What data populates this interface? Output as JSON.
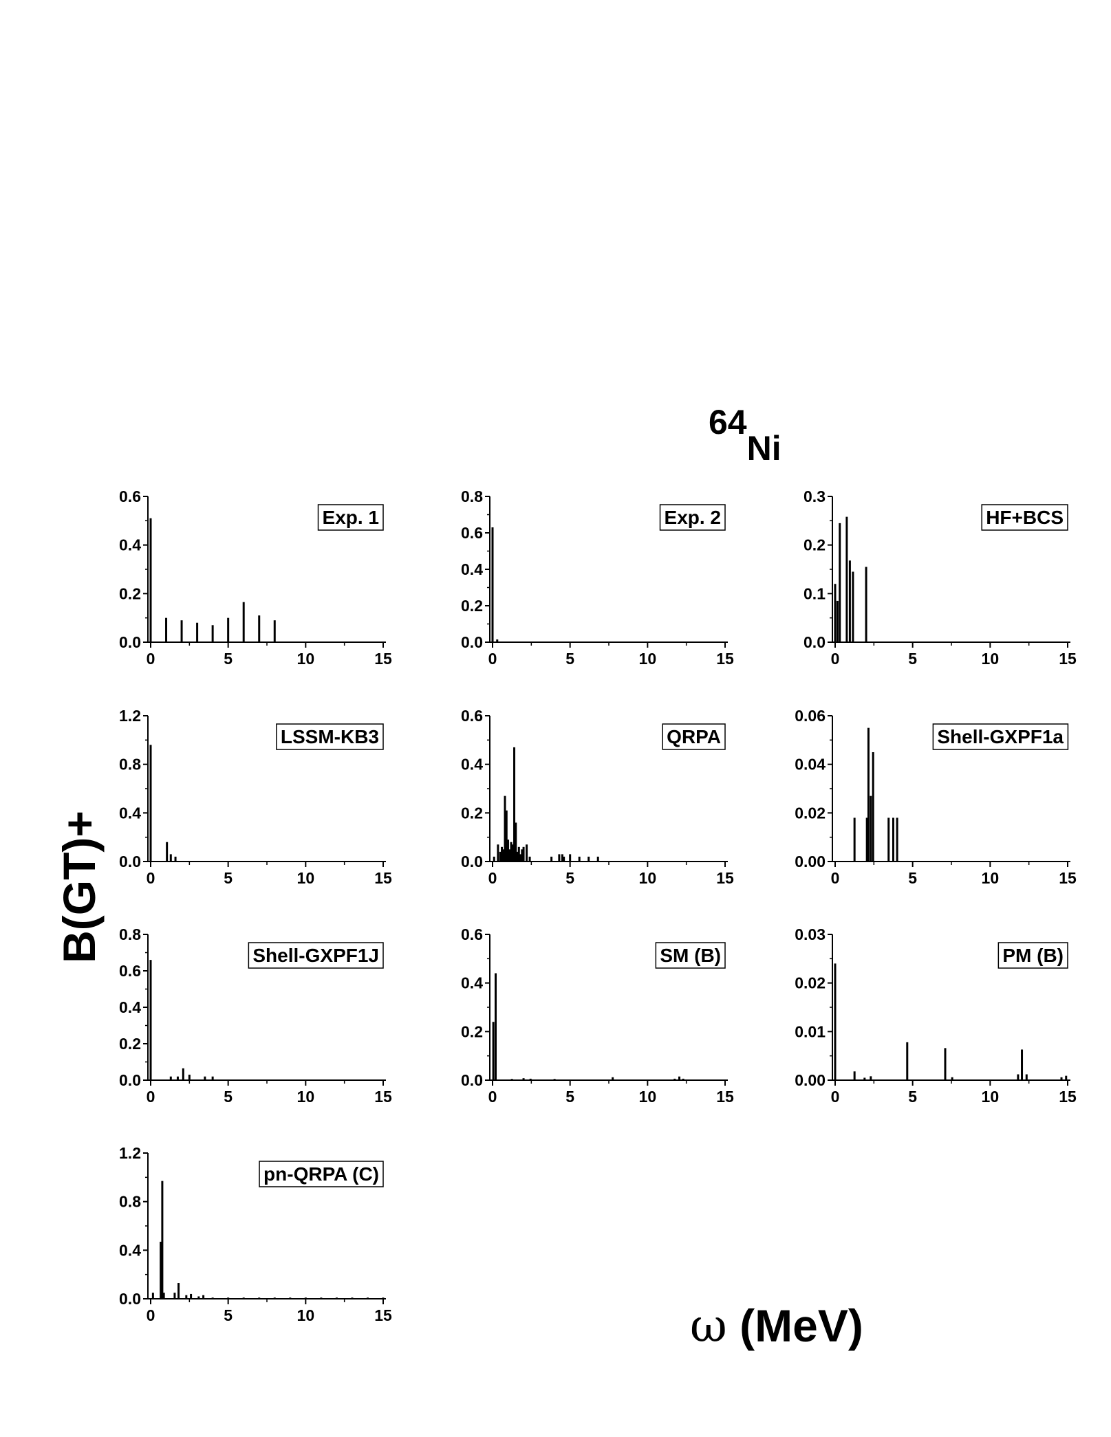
{
  "figure": {
    "title_mass": "64",
    "title_element": "Ni",
    "ylabel": "B(GT)+",
    "xlabel_symbol": "ω",
    "xlabel_unit": "(MeV)"
  },
  "chart_data": [
    {
      "type": "bar",
      "title": "Exp. 1",
      "xlim": [
        0,
        15
      ],
      "ylim": [
        0,
        0.6
      ],
      "yticks": [
        "0.0",
        "0.2",
        "0.4",
        "0.6"
      ],
      "xticks": [
        "0",
        "5",
        "10",
        "15"
      ],
      "x": [
        0,
        1,
        2,
        3,
        4,
        5,
        6,
        7,
        8
      ],
      "values": [
        0.51,
        0.1,
        0.09,
        0.08,
        0.07,
        0.1,
        0.165,
        0.11,
        0.09
      ]
    },
    {
      "type": "bar",
      "title": "Exp. 2",
      "xlim": [
        0,
        15
      ],
      "ylim": [
        0,
        0.8
      ],
      "yticks": [
        "0.0",
        "0.2",
        "0.4",
        "0.6",
        "0.8"
      ],
      "xticks": [
        "0",
        "5",
        "10",
        "15"
      ],
      "x": [
        0,
        0.3
      ],
      "values": [
        0.63,
        0.015
      ]
    },
    {
      "type": "bar",
      "title": "HF+BCS",
      "xlim": [
        0,
        15
      ],
      "ylim": [
        0,
        0.3
      ],
      "yticks": [
        "0.0",
        "0.1",
        "0.2",
        "0.3"
      ],
      "xticks": [
        "0",
        "5",
        "10",
        "15"
      ],
      "x": [
        0,
        0.15,
        0.3,
        0.75,
        0.95,
        1.15,
        2.0
      ],
      "values": [
        0.12,
        0.085,
        0.245,
        0.258,
        0.168,
        0.145,
        0.155
      ]
    },
    {
      "type": "bar",
      "title": "LSSM-KB3",
      "xlim": [
        0,
        15
      ],
      "ylim": [
        0,
        1.2
      ],
      "yticks": [
        "0.0",
        "0.4",
        "0.8",
        "1.2"
      ],
      "xticks": [
        "0",
        "5",
        "10",
        "15"
      ],
      "x": [
        0,
        1.05,
        1.3,
        1.6
      ],
      "values": [
        0.96,
        0.16,
        0.06,
        0.04
      ]
    },
    {
      "type": "bar",
      "title": "QRPA",
      "xlim": [
        0,
        15
      ],
      "ylim": [
        0,
        0.6
      ],
      "yticks": [
        "0.0",
        "0.2",
        "0.4",
        "0.6"
      ],
      "xticks": [
        "0",
        "5",
        "10",
        "15"
      ],
      "x": [
        0.1,
        0.35,
        0.5,
        0.6,
        0.7,
        0.8,
        0.9,
        1.0,
        1.1,
        1.2,
        1.3,
        1.4,
        1.5,
        1.6,
        1.7,
        1.8,
        1.9,
        2.0,
        2.2,
        2.4,
        3.8,
        4.3,
        4.5,
        4.6,
        5.0,
        5.6,
        6.2,
        6.8
      ],
      "values": [
        0.02,
        0.07,
        0.04,
        0.06,
        0.05,
        0.27,
        0.21,
        0.09,
        0.05,
        0.08,
        0.07,
        0.47,
        0.16,
        0.04,
        0.06,
        0.03,
        0.05,
        0.06,
        0.07,
        0.02,
        0.02,
        0.03,
        0.03,
        0.02,
        0.03,
        0.02,
        0.02,
        0.02
      ]
    },
    {
      "type": "bar",
      "title": "Shell-GXPF1a",
      "xlim": [
        0,
        15
      ],
      "ylim": [
        0,
        0.06
      ],
      "yticks": [
        "0.00",
        "0.02",
        "0.04",
        "0.06"
      ],
      "xticks": [
        "0",
        "5",
        "10",
        "15"
      ],
      "x": [
        1.25,
        2.05,
        2.15,
        2.3,
        2.45,
        3.45,
        3.75,
        4.0
      ],
      "values": [
        0.018,
        0.018,
        0.055,
        0.027,
        0.045,
        0.018,
        0.018,
        0.018
      ]
    },
    {
      "type": "bar",
      "title": "Shell-GXPF1J",
      "xlim": [
        0,
        15
      ],
      "ylim": [
        0,
        0.8
      ],
      "yticks": [
        "0.0",
        "0.2",
        "0.4",
        "0.6",
        "0.8"
      ],
      "xticks": [
        "0",
        "5",
        "10",
        "15"
      ],
      "x": [
        0,
        1.3,
        1.75,
        2.1,
        2.5,
        3.5,
        4.0
      ],
      "values": [
        0.66,
        0.02,
        0.02,
        0.065,
        0.03,
        0.02,
        0.02
      ]
    },
    {
      "type": "bar",
      "title": "SM (B)",
      "xlim": [
        0,
        15
      ],
      "ylim": [
        0,
        0.6
      ],
      "yticks": [
        "0.0",
        "0.2",
        "0.4",
        "0.6"
      ],
      "xticks": [
        "0",
        "5",
        "10",
        "15"
      ],
      "x": [
        0.05,
        0.2,
        1.25,
        2.0,
        2.45,
        4.0,
        7.75,
        11.75,
        12.05,
        12.3
      ],
      "values": [
        0.24,
        0.44,
        0.005,
        0.008,
        0.006,
        0.005,
        0.012,
        0.006,
        0.015,
        0.006
      ]
    },
    {
      "type": "bar",
      "title": "PM (B)",
      "xlim": [
        0,
        15
      ],
      "ylim": [
        0,
        0.03
      ],
      "yticks": [
        "0.00",
        "0.01",
        "0.02",
        "0.03"
      ],
      "xticks": [
        "0",
        "5",
        "10",
        "15"
      ],
      "x": [
        0,
        1.25,
        1.9,
        2.3,
        4.65,
        7.1,
        7.55,
        11.8,
        12.05,
        12.35,
        14.6,
        14.9
      ],
      "values": [
        0.024,
        0.0018,
        0.0005,
        0.0008,
        0.0078,
        0.0066,
        0.0006,
        0.0012,
        0.0063,
        0.0012,
        0.0006,
        0.0009
      ]
    },
    {
      "type": "bar",
      "title": "pn-QRPA (C)",
      "xlim": [
        0,
        15
      ],
      "ylim": [
        0,
        1.2
      ],
      "yticks": [
        "0.0",
        "0.4",
        "0.8",
        "1.2"
      ],
      "xticks": [
        "0",
        "5",
        "10",
        "15"
      ],
      "x": [
        0.15,
        0.65,
        0.75,
        0.85,
        1.55,
        1.8,
        2.3,
        2.6,
        3.1,
        3.4,
        4,
        5,
        6,
        7,
        8,
        9,
        10,
        11,
        12,
        13,
        14,
        15
      ],
      "values": [
        0.05,
        0.47,
        0.97,
        0.05,
        0.05,
        0.13,
        0.03,
        0.04,
        0.02,
        0.03,
        0.01,
        0.01,
        0.01,
        0.01,
        0.01,
        0.01,
        0.01,
        0.01,
        0.01,
        0.01,
        0.01,
        0.01
      ]
    }
  ]
}
